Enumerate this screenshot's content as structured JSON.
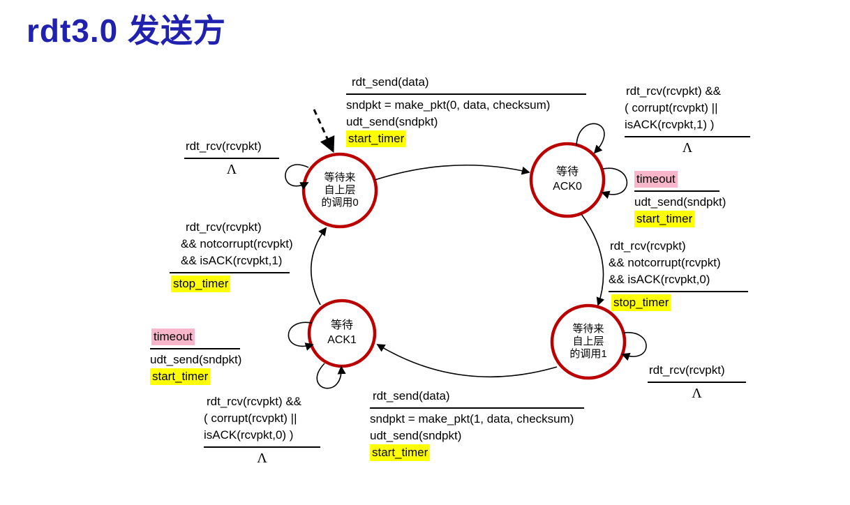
{
  "title": "rdt3.0 发送方",
  "colors": {
    "title": "#2121b0",
    "state_border": "#bb0000",
    "yellow": "#ffff00",
    "pink": "#f7b6c9"
  },
  "states": {
    "wait_call0": {
      "line1": "等待来",
      "line2": "自上层",
      "line3": "的调用0"
    },
    "wait_ack0": {
      "line1": "等待",
      "line2": "ACK0"
    },
    "wait_ack1": {
      "line1": "等待",
      "line2": "ACK1"
    },
    "wait_call1": {
      "line1": "等待来",
      "line2": "自上层",
      "line3": "的调用1"
    }
  },
  "transitions": {
    "send0": {
      "event": "rdt_send(data)",
      "action1": "sndpkt = make_pkt(0, data, checksum)",
      "action2": "udt_send(sndpkt)",
      "action3": "start_timer"
    },
    "ack0_corrupt": {
      "cond1": "rdt_rcv(rcvpkt) &&",
      "cond2": "( corrupt(rcvpkt) ||",
      "cond3": "isACK(rcvpkt,1) )",
      "action": "Λ"
    },
    "ack0_timeout": {
      "event": "timeout",
      "action1": "udt_send(sndpkt)",
      "action2": "start_timer"
    },
    "ack0_ok": {
      "cond1": "rdt_rcv(rcvpkt)",
      "cond2": "&& notcorrupt(rcvpkt)",
      "cond3": "&& isACK(rcvpkt,0)",
      "action": "stop_timer"
    },
    "call1_rcv": {
      "cond": "rdt_rcv(rcvpkt)",
      "action": "Λ"
    },
    "send1": {
      "event": "rdt_send(data)",
      "action1": "sndpkt = make_pkt(1, data, checksum)",
      "action2": "udt_send(sndpkt)",
      "action3": "start_timer"
    },
    "ack1_corrupt": {
      "cond1": "rdt_rcv(rcvpkt) &&",
      "cond2": "( corrupt(rcvpkt) ||",
      "cond3": "isACK(rcvpkt,0) )",
      "action": "Λ"
    },
    "ack1_timeout": {
      "event": "timeout",
      "action1": "udt_send(sndpkt)",
      "action2": "start_timer"
    },
    "ack1_ok": {
      "cond1": "rdt_rcv(rcvpkt)",
      "cond2": "&& notcorrupt(rcvpkt)",
      "cond3": "&& isACK(rcvpkt,1)",
      "action": "stop_timer"
    },
    "call0_rcv": {
      "cond": "rdt_rcv(rcvpkt)",
      "action": "Λ"
    }
  }
}
